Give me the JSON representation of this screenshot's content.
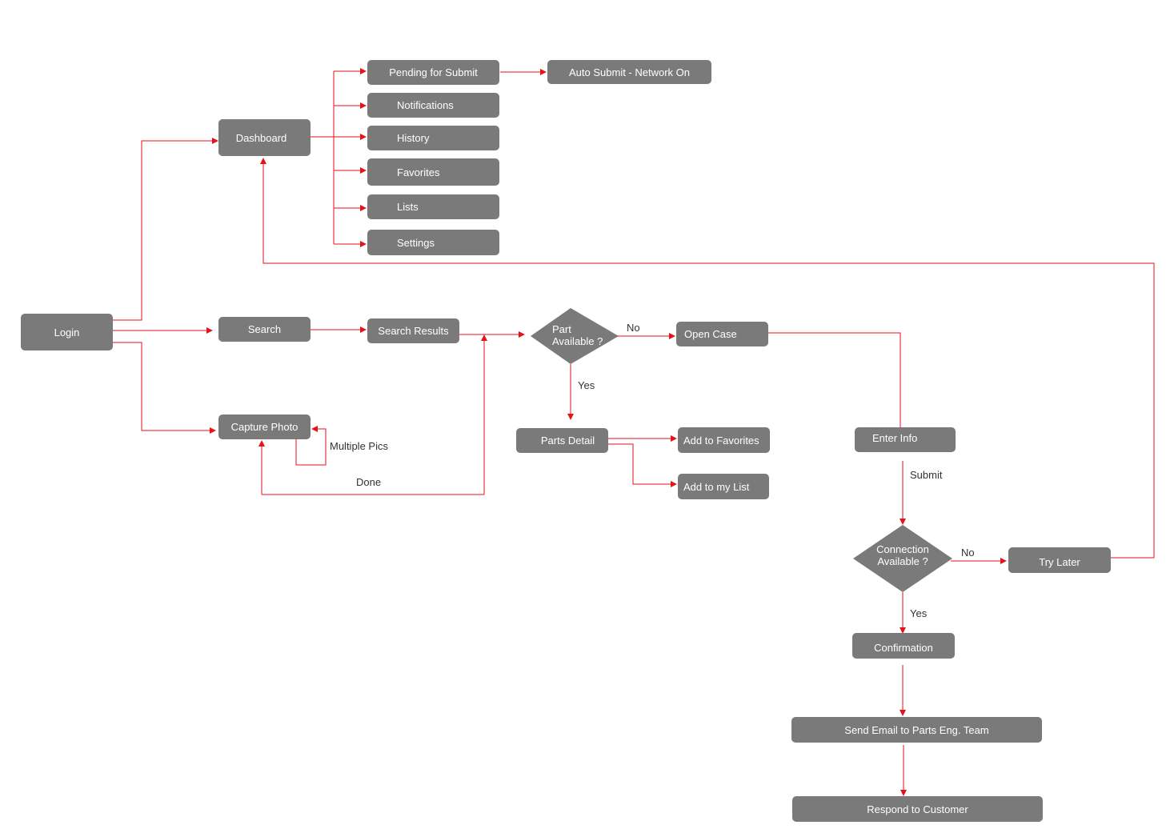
{
  "colors": {
    "box": "#7a7a7a",
    "connector": "#e3121b",
    "text_on_box": "#ffffff",
    "edge_label": "#333333"
  },
  "nodes": {
    "login": "Login",
    "dashboard": "Dashboard",
    "pending": "Pending for Submit",
    "auto_submit": "Auto Submit - Network On",
    "notifications": "Notifications",
    "history": "History",
    "favorites": "Favorites",
    "lists": "Lists",
    "settings": "Settings",
    "search": "Search",
    "search_results": "Search Results",
    "capture_photo": "Capture Photo",
    "part_available": "Part\nAvailable ?",
    "open_case": "Open  Case",
    "parts_detail": "Parts Detail",
    "add_favorites": "Add to Favorites",
    "add_list": "Add to my List",
    "enter_info": "Enter Info",
    "connection_available": "Connection\nAvailable ?",
    "try_later": "Try Later",
    "confirmation": "Confirmation",
    "send_email": "Send Email to Parts Eng. Team",
    "respond": "Respond to Customer"
  },
  "edge_labels": {
    "multiple_pics": "Multiple Pics",
    "done": "Done",
    "no_part": "No",
    "yes_part": "Yes",
    "submit": "Submit",
    "no_connection": "No",
    "yes_connection": "Yes"
  }
}
